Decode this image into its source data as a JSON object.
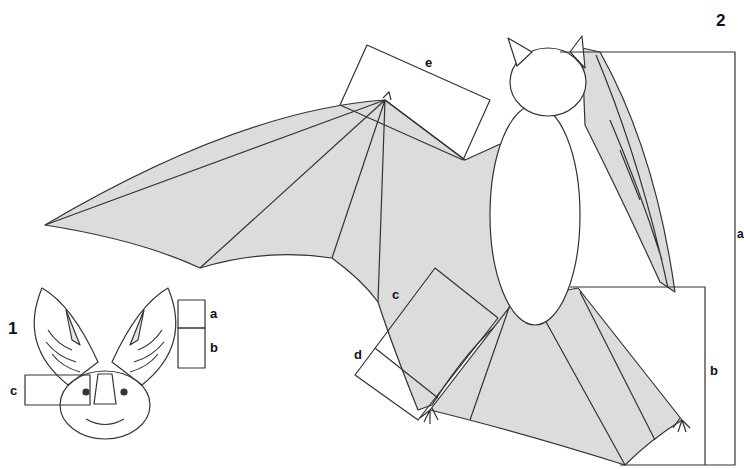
{
  "diagram": {
    "labels": [
      "1",
      "a",
      "b",
      "c",
      "2",
      "e",
      "c",
      "d",
      "b",
      "a"
    ]
  }
}
